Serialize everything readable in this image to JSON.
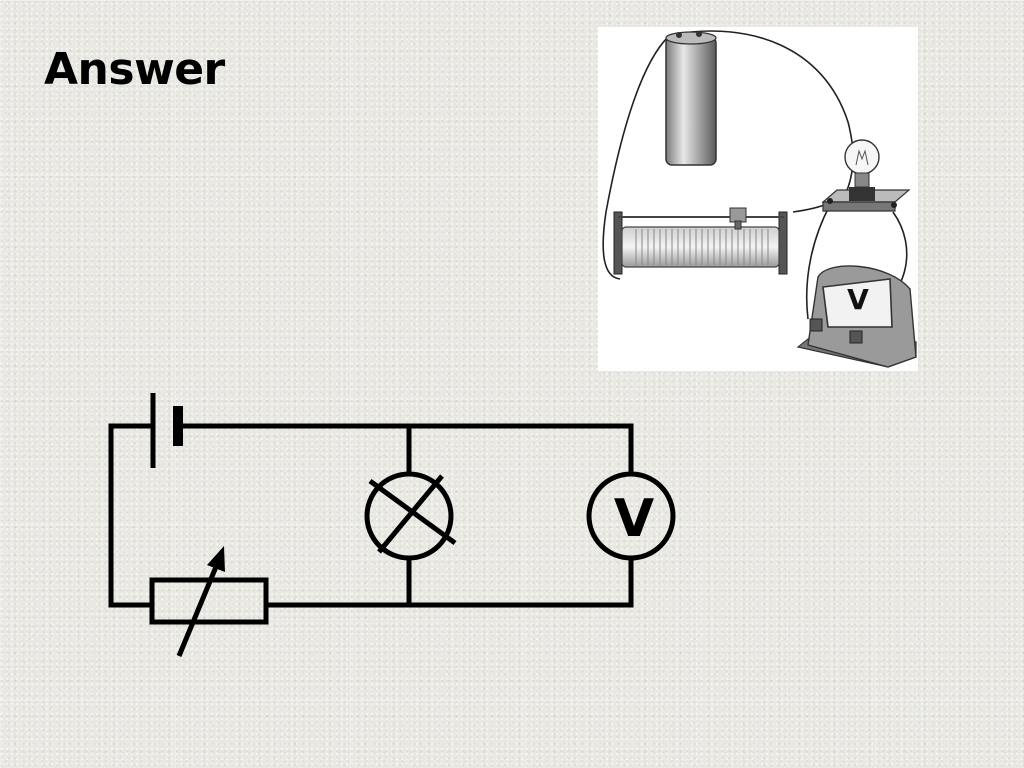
{
  "slide": {
    "title": "Answer"
  },
  "photo": {
    "voltmeter_label": "V"
  },
  "schematic": {
    "voltmeter_symbol_label": "V"
  },
  "colors": {
    "background": "#e9e8e2",
    "wire": "#000000",
    "photo_background": "#ffffff"
  }
}
